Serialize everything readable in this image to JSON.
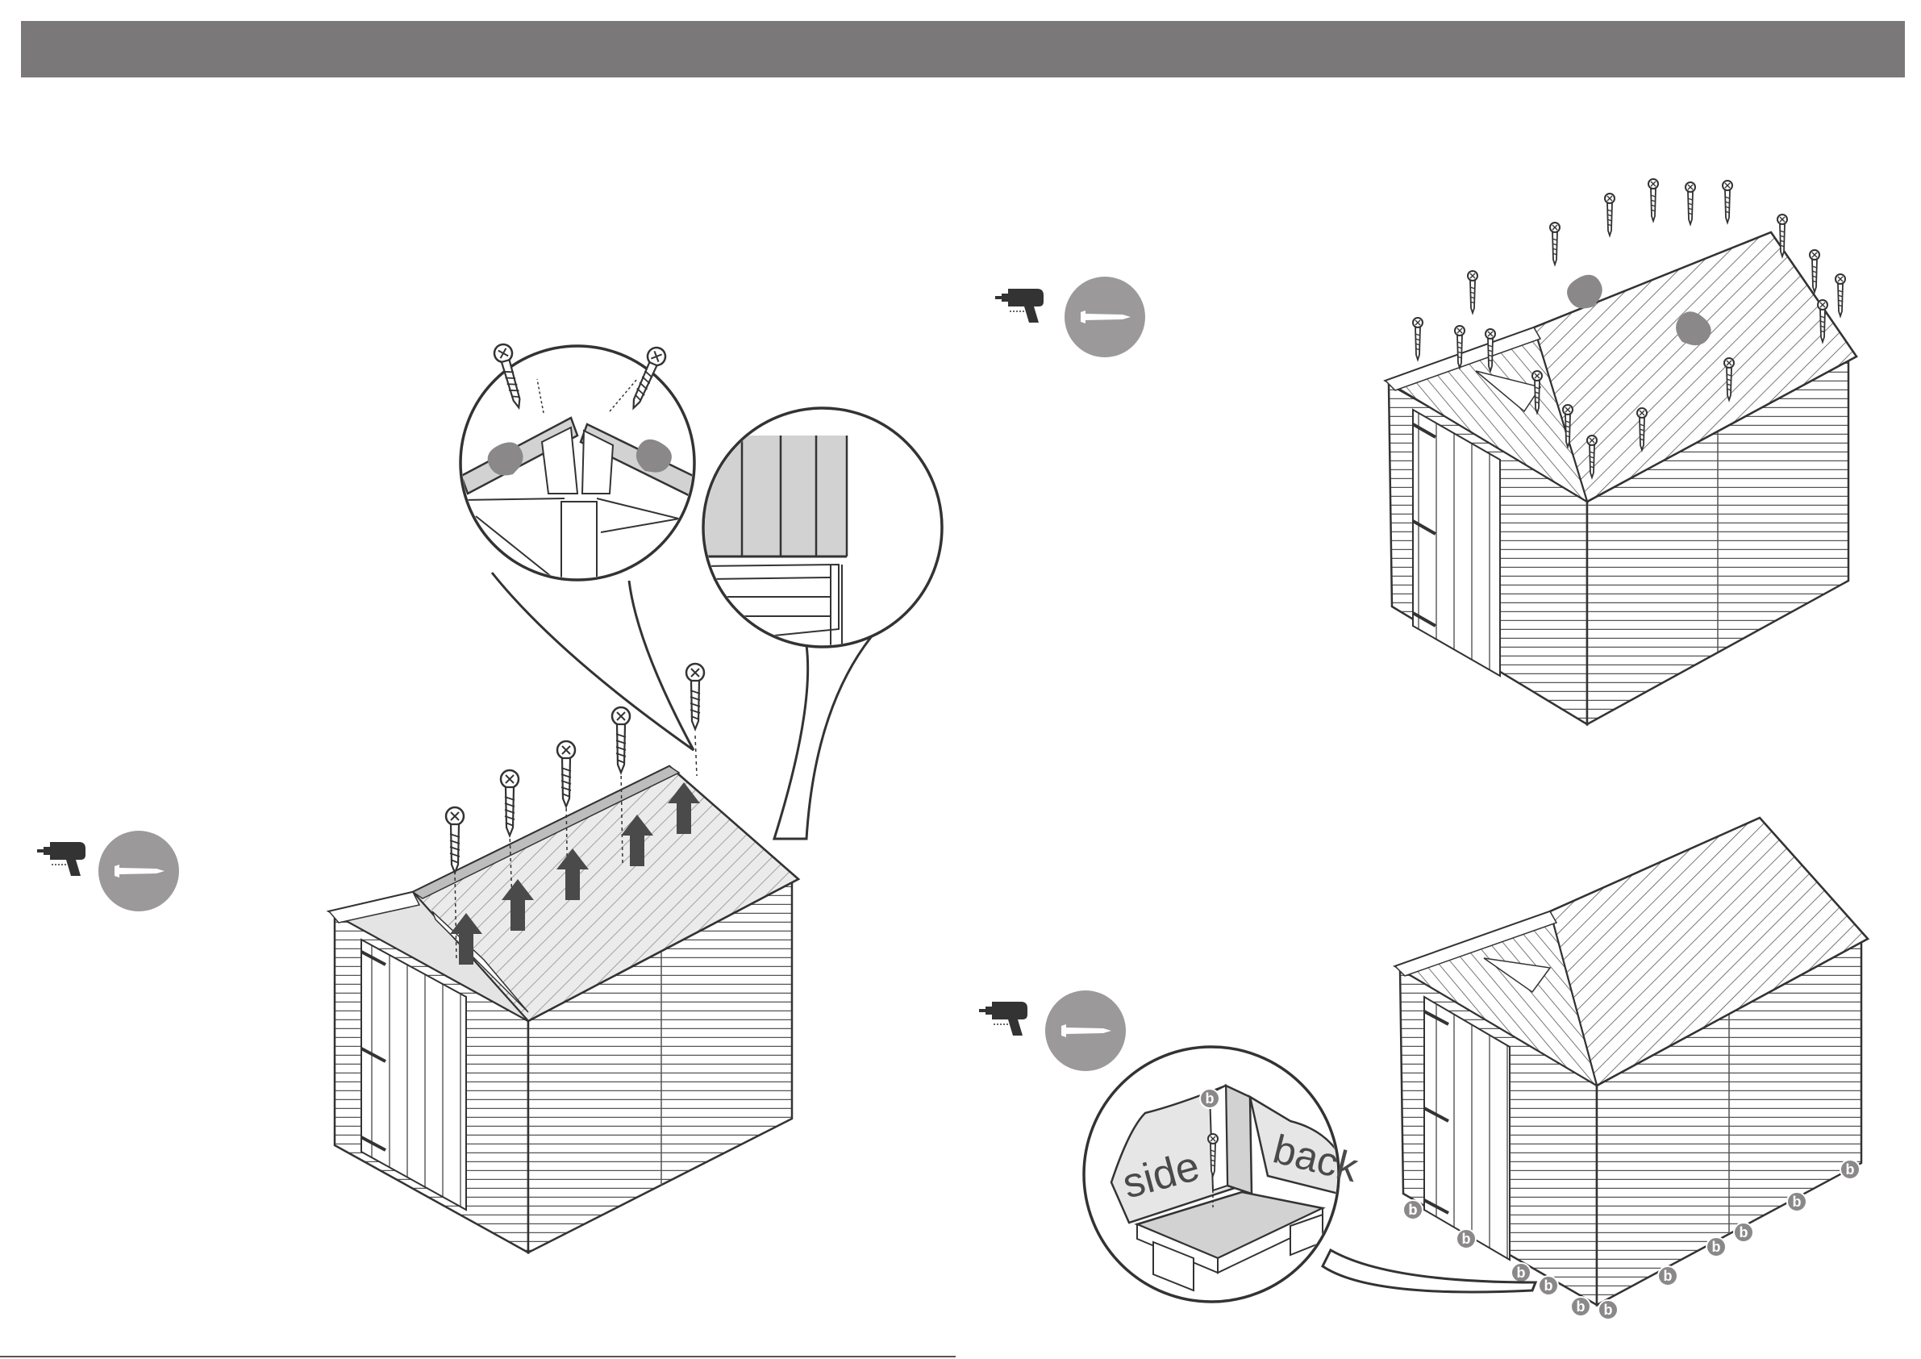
{
  "header": {
    "title": ""
  },
  "steps": [
    {
      "id": "step-a",
      "callouts": [
        {
          "badge": ""
        },
        {
          "badge": ""
        }
      ]
    },
    {
      "id": "step-b",
      "callouts": [
        {
          "badge": ""
        },
        {
          "badge": ""
        }
      ]
    },
    {
      "id": "step-c",
      "detail": {
        "left_wall_label": "side",
        "right_wall_label": "back",
        "screw_marker": "b"
      },
      "base_marker": "b"
    }
  ],
  "tool_icons": [
    "drill-icon",
    "screw-icon"
  ],
  "colors": {
    "header": "#7a7878",
    "line": "#333333",
    "roof_fill": "#d2d2d2",
    "arrow": "#4a4a4a",
    "tool_circle": "#9b9999",
    "marker": "#8a8888"
  }
}
